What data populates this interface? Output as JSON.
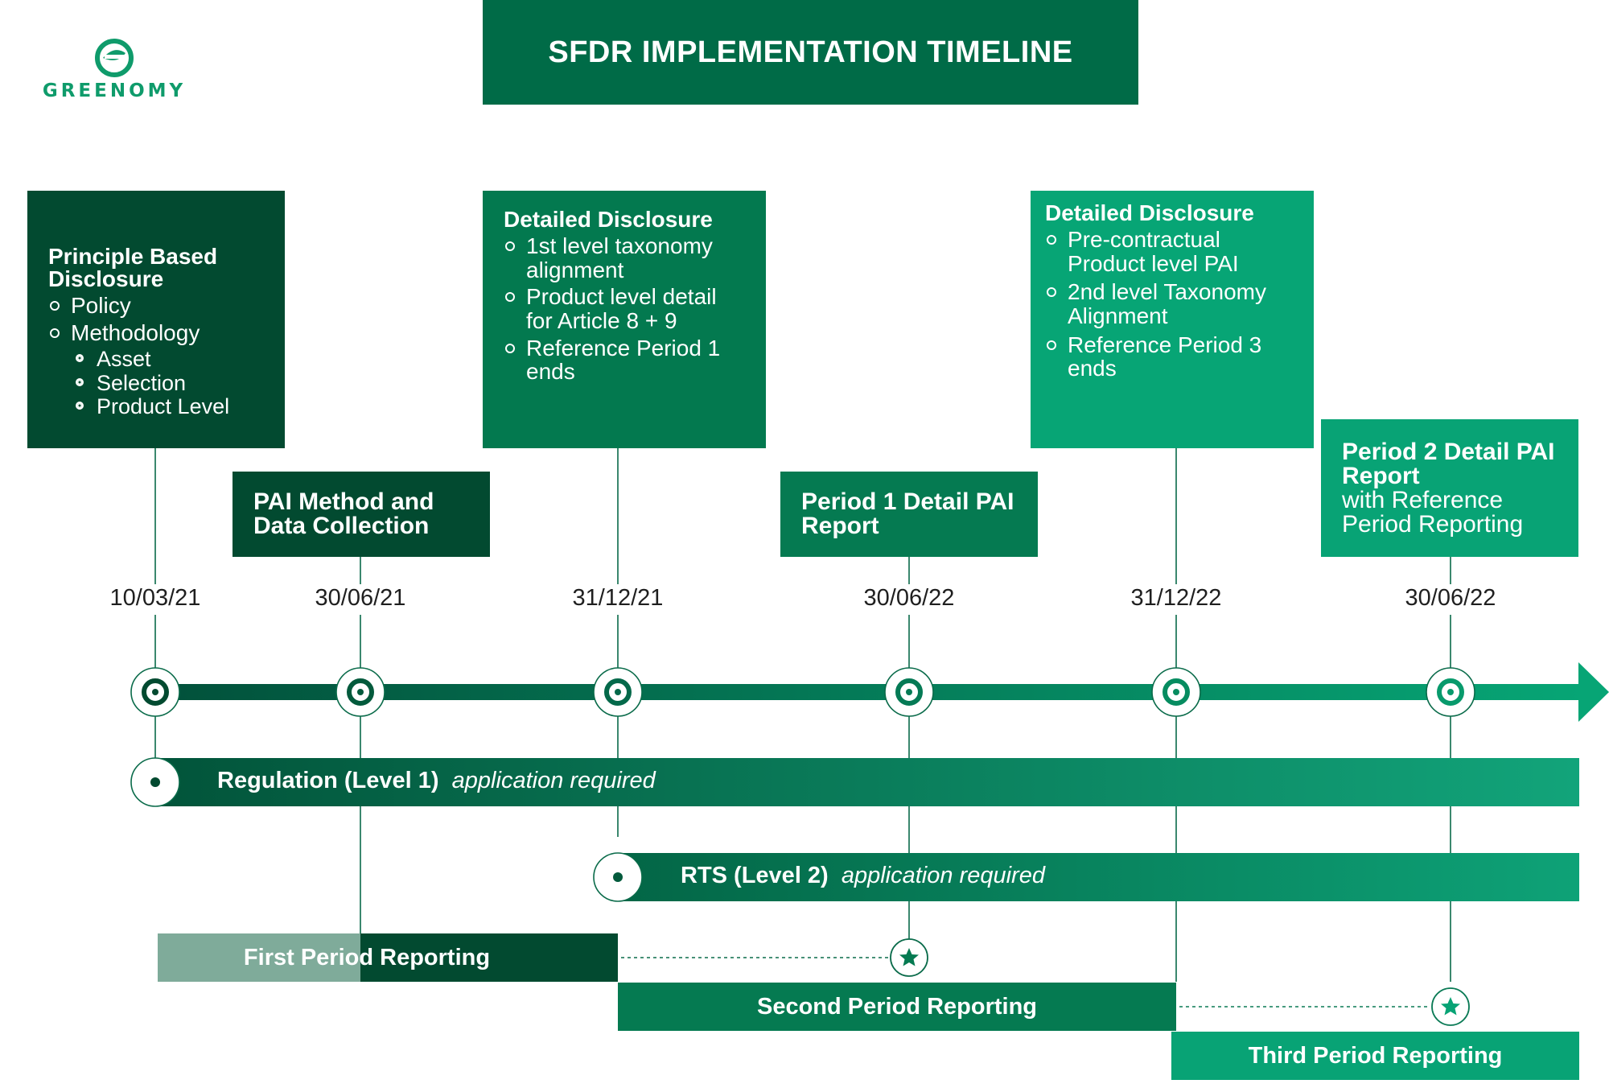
{
  "logo": {
    "text": "GREENOMY"
  },
  "title": "SFDR IMPLEMENTATION TIMELINE",
  "callouts": {
    "principle": {
      "title": "Principle Based Disclosure",
      "items": [
        "Policy",
        "Methodology"
      ],
      "subitems": [
        "Asset",
        "Selection",
        "Product Level"
      ]
    },
    "detailed1": {
      "title": "Detailed Disclosure",
      "items": [
        "1st level taxonomy alignment",
        "Product level detail for Article 8 + 9",
        "Reference Period 1 ends"
      ]
    },
    "detailed2": {
      "title": "Detailed Disclosure",
      "items": [
        "Pre-contractual Product level PAI",
        "2nd level Taxonomy Alignment",
        "Reference Period 3 ends"
      ]
    },
    "pai_method": "PAI Method and Data Collection",
    "period1": "Period 1 Detail PAI Report",
    "period2": {
      "title": "Period 2 Detail PAI Report",
      "subtitle": "with Reference Period Reporting"
    }
  },
  "dates": [
    "10/03/21",
    "30/06/21",
    "31/12/21",
    "30/06/22",
    "31/12/22",
    "30/06/22"
  ],
  "bars": {
    "regulation": {
      "label": "Regulation (Level 1)",
      "note": "application required"
    },
    "rts": {
      "label": "RTS (Level 2)",
      "note": "application required"
    },
    "first": "First Period Reporting",
    "second": "Second Period Reporting",
    "third": "Third Period Reporting"
  },
  "colors": {
    "dark_green": "#024a30",
    "mid_green": "#03794f",
    "light_green": "#08a375",
    "faded_green": "#7fab9a",
    "brand": "#0f9b6b"
  },
  "icons": [
    "leaf-logo-icon",
    "milestone-marker-icon",
    "star-icon",
    "arrow-head-icon"
  ]
}
